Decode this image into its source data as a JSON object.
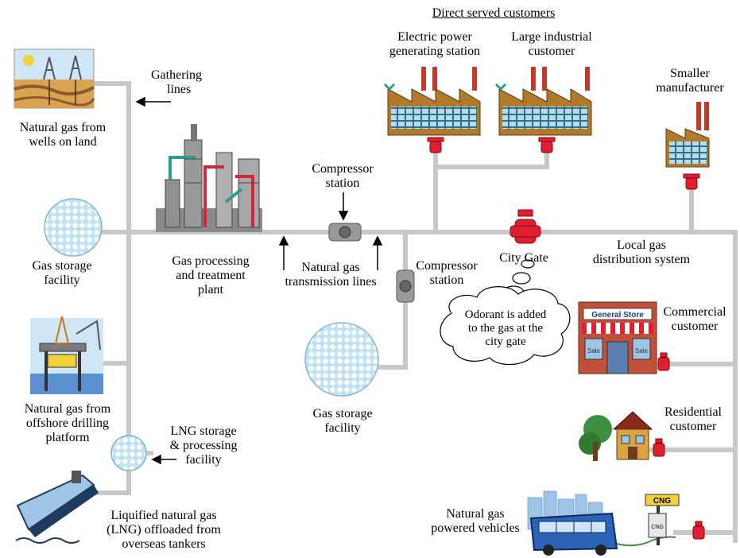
{
  "labels": {
    "direct_served": "Direct served customers",
    "electric_power": [
      "Electric power",
      "generating station"
    ],
    "large_industrial": [
      "Large industrial",
      "customer"
    ],
    "smaller_manufacturer": [
      "Smaller",
      "manufacturer"
    ],
    "gathering_lines": [
      "Gathering",
      "lines"
    ],
    "wells_on_land": [
      "Natural gas from",
      "wells on land"
    ],
    "compressor_station_1": [
      "Compressor",
      "station"
    ],
    "gas_storage_left": [
      "Gas storage",
      "facility"
    ],
    "processing_plant": [
      "Gas processing",
      "and treatment",
      "plant"
    ],
    "transmission_lines": [
      "Natural gas",
      "transmission lines"
    ],
    "compressor_station_2": [
      "Compressor",
      "station"
    ],
    "city_gate": "City Gate",
    "local_distribution": [
      "Local gas",
      "distribution system"
    ],
    "odorant": [
      "Odorant is added",
      "to the gas at the",
      "city gate"
    ],
    "commercial": [
      "Commercial",
      "customer"
    ],
    "gas_storage_center": [
      "Gas storage",
      "facility"
    ],
    "offshore": [
      "Natural gas from",
      "offshore drilling",
      "platform"
    ],
    "lng_storage": [
      "LNG storage",
      "& processing",
      "facility"
    ],
    "residential": [
      "Residential",
      "customer"
    ],
    "lng_offloaded": [
      "Liquified natural gas",
      "(LNG) offloaded from",
      "overseas tankers"
    ],
    "vehicles": [
      "Natural gas",
      "powered vehicles"
    ],
    "store_sign": "General Store",
    "store_sale_1": "Sale",
    "store_sale_2": "Sale",
    "cng_sign": "CNG",
    "cng_pump": "CNG"
  },
  "colors": {
    "pipe": "#c8c8c8",
    "valve": "#e02030",
    "storage_sphere": "#bfe3f5",
    "factory": "#b07a2a",
    "sky": "#9ec4e6"
  }
}
